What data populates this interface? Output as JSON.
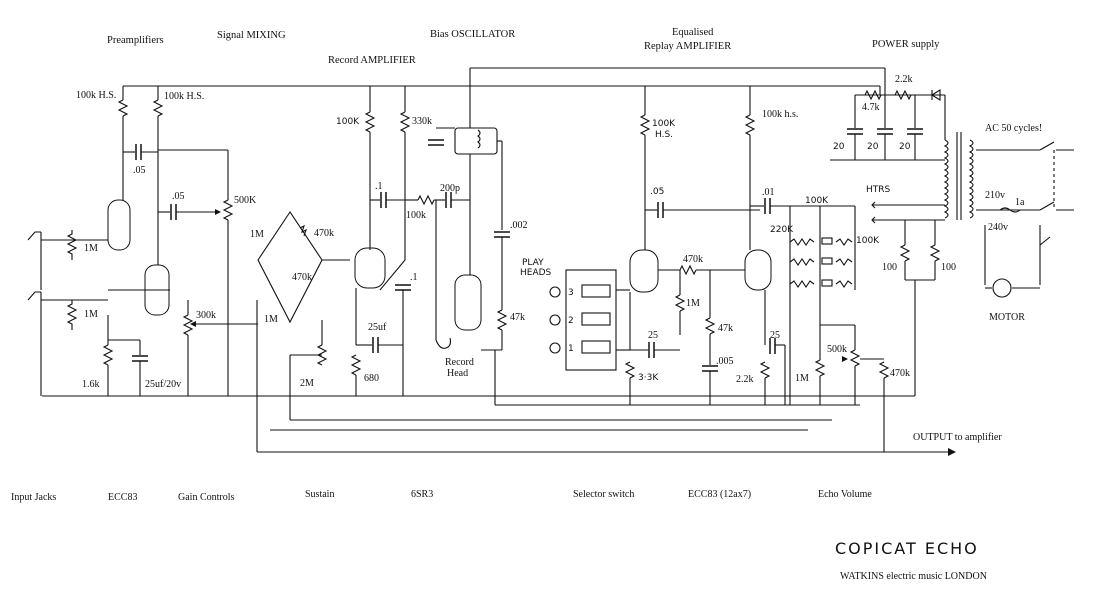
{
  "headers": {
    "preamplifiers": "Preamplifiers",
    "signal_mixing": "Signal MIXING",
    "record_amplifier": "Record AMPLIFIER",
    "bias_oscillator": "Bias OSCILLATOR",
    "equalised": "Equalised",
    "replay_amplifier": "Replay AMPLIFIER",
    "power_supply": "POWER supply"
  },
  "bottom_labels": {
    "input_jacks": "Input Jacks",
    "ecc83": "ECC83",
    "gain_controls": "Gain Controls",
    "sustain": "Sustain",
    "sr3": "6SR3",
    "selector_switch": "Selector switch",
    "ecc83_12ax7": "ECC83 (12ax7)",
    "echo_volume": "Echo Volume"
  },
  "footer": {
    "title": "COPICAT  ECHO",
    "subtitle": "WATKINS electric music LONDON"
  },
  "output_label": "OUTPUT to amplifier",
  "ac_label": "AC 50 cycles!",
  "motor_label": "MOTOR",
  "record_head": [
    "Record",
    "Head"
  ],
  "play_heads": [
    "PLAY",
    "HEADS"
  ],
  "head_numbers": [
    "3",
    "2",
    "1"
  ],
  "components": {
    "r_100k_hs_1": "100k H.S.",
    "r_100k_hs_2": "100k H.S.",
    "c_05_a": ".05",
    "c_05_b": ".05",
    "r_1m_a": "1M",
    "r_1m_b": "1M",
    "r_1_6k": "1.6k",
    "c_25uf_20v": "25uf/20v",
    "p_500k": "500K",
    "p_300k": "300k",
    "r_1m_c": "1M",
    "r_470k_a": "470k",
    "r_470k_b": "470k",
    "r_1m_d": "1M",
    "p_2m": "2M",
    "r_100k_rec": "100K",
    "c_1_a": ".1",
    "c_1_b": ".1",
    "c_25uf": "25uf",
    "r_680": "680",
    "r_330k": "330k",
    "r_100k_mid": "100k",
    "c_200p": "200p",
    "c_002": ".002",
    "r_47k_bias": "47k",
    "r_100k_hs_rep": "100K",
    "r_hs_rep": "H.S.",
    "c_05_rep": ".05",
    "r_470k_rep": "470k",
    "r_1m_rep": "1M",
    "c_25_rep": "25",
    "r_3_3k": "3·3K",
    "r_47k_rep": "47k",
    "c_005": ".005",
    "r_100k_hs_rep2": "100k h.s.",
    "c_01": ".01",
    "r_220k": "220K",
    "r_100k_tone": "100K",
    "r_100k_tone2": "100K",
    "c_25_rep2": "25",
    "r_2_2k_rep": "2.2k",
    "r_1m_rep2": "1M",
    "p_500k_echo": "500k",
    "r_470k_echo": "470k",
    "r_2_2k_ps": "2.2k",
    "r_4_7k_ps": "4.7k",
    "c_20_a": "20",
    "c_20_b": "20",
    "c_20_c": "20",
    "htrs": "HTRS",
    "r_100_a": "100",
    "r_100_b": "100",
    "v_210": "210v",
    "v_240": "240v",
    "fuse_1a": "1a"
  }
}
